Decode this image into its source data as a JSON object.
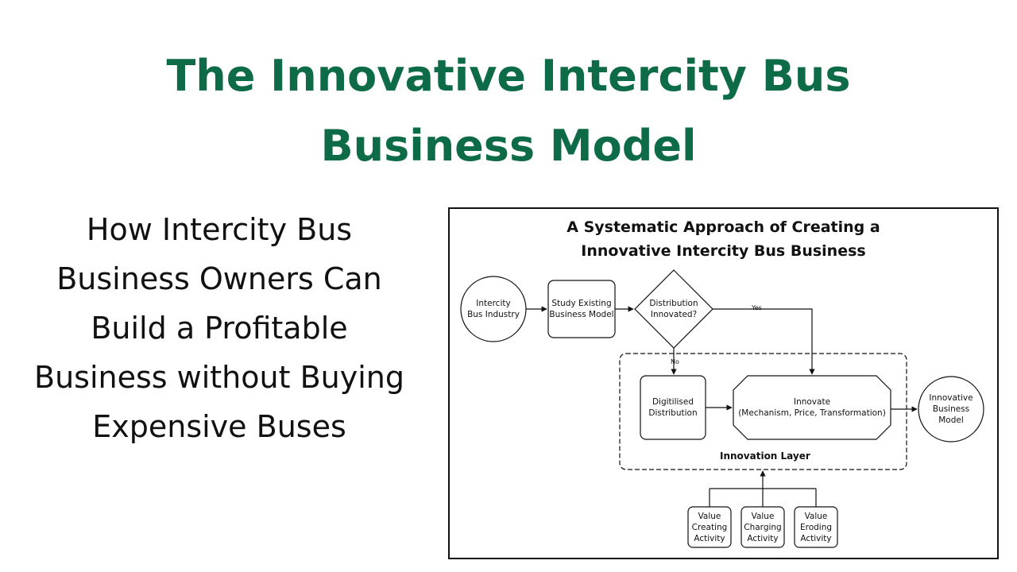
{
  "title": {
    "line1": "The Innovative Intercity Bus",
    "line2": "Business Model"
  },
  "subtitle": {
    "lines": [
      "How Intercity Bus",
      "Business Owners Can",
      "Build a Profitable",
      "Business without Buying",
      "Expensive Buses"
    ]
  },
  "diagram": {
    "title_line1": "A Systematic Approach of Creating a",
    "title_line2": "Innovative Intercity Bus Business",
    "nodes": {
      "intercity_bus_industry": "Intercity\nBus Industry",
      "study_existing_business_model": "Study Existing\nBusiness Model",
      "distribution_innovated": "Distribution\nInnovated?",
      "digitilised_distribution": "Digitilised\nDistribution",
      "innovate": "Innovate\n(Mechanism, Price, Transformation)",
      "innovative_business_model": "Innovative\nBusiness\nModel",
      "value_creating_activity": "Value\nCreating\nActivity",
      "value_charging_activity": "Value\nCharging\nActivity",
      "value_eroding_activity": "Value\nEroding\nActivity"
    },
    "edge_labels": {
      "yes": "Yes",
      "no": "No"
    },
    "innovation_layer_label": "Innovation Layer"
  }
}
